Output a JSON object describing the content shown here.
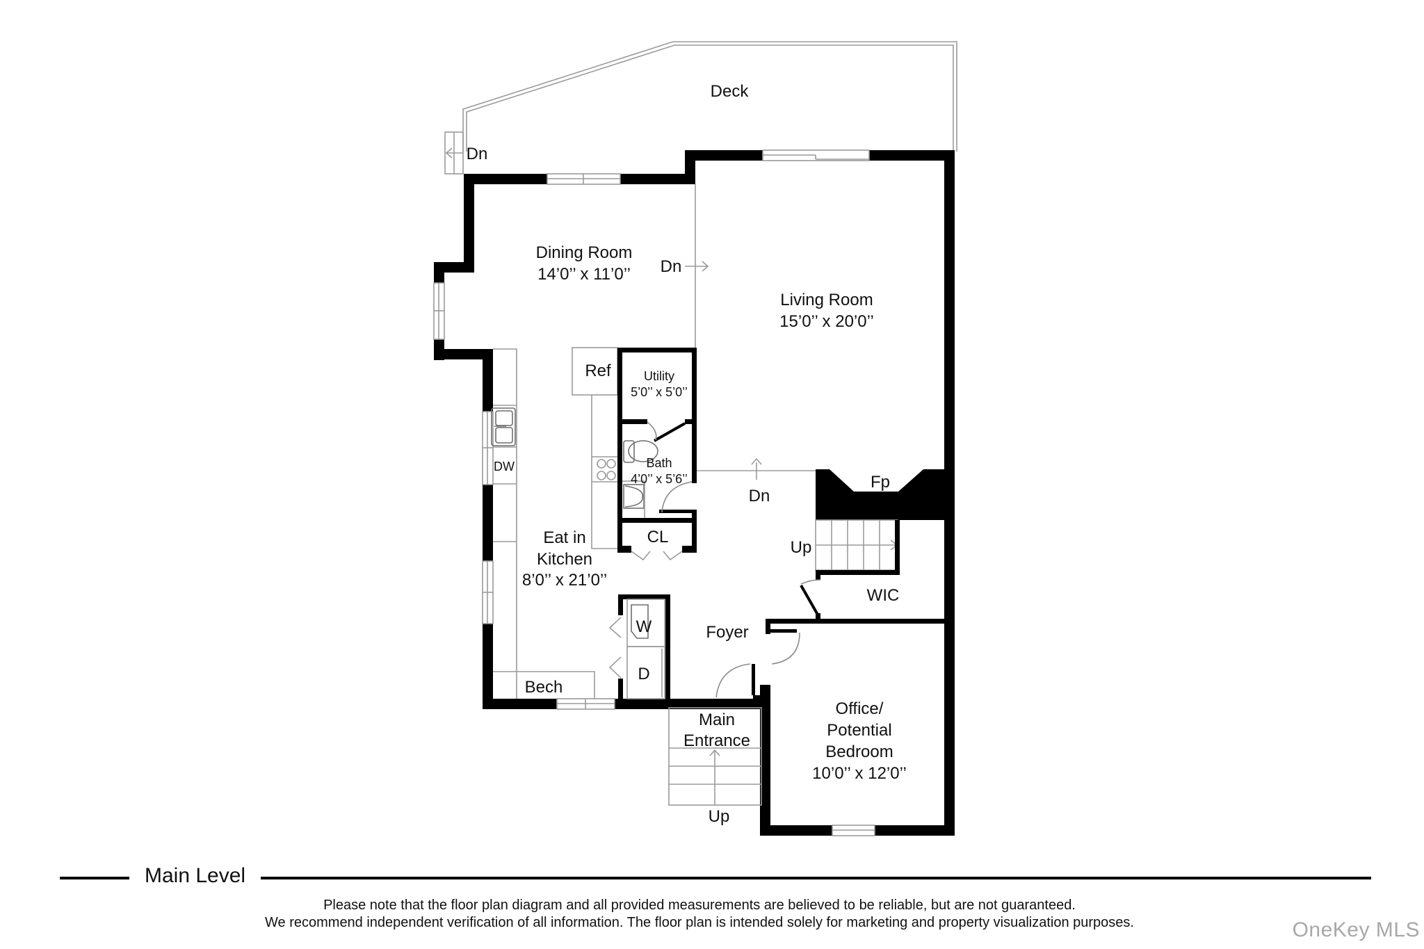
{
  "plan": {
    "level_title": "Main Level",
    "rooms": {
      "deck": {
        "name": "Deck"
      },
      "dining": {
        "name": "Dining Room",
        "size": "14’0’’ x 11’0’’"
      },
      "living": {
        "name": "Living Room",
        "size": "15’0’’ x 20’0’’"
      },
      "utility": {
        "name": "Utility",
        "size": "5’0’’ x 5’0’’"
      },
      "bath": {
        "name": "Bath",
        "size": "4’0’’ x 5’6’’"
      },
      "closet": {
        "name": "CL"
      },
      "kitchen": {
        "line1": "Eat in",
        "line2": "Kitchen",
        "size": "8’0’’ x 21’0’’"
      },
      "foyer": {
        "name": "Foyer"
      },
      "wic": {
        "name": "WIC"
      },
      "fireplace": {
        "name": "Fp"
      },
      "office": {
        "line1": "Office/",
        "line2": "Potential",
        "line3": "Bedroom",
        "size": "10’0’’ x 12’0’’"
      },
      "entrance": {
        "line1": "Main",
        "line2": "Entrance"
      }
    },
    "fixtures": {
      "refrigerator": "Ref",
      "dishwasher": "DW",
      "washer": "W",
      "dryer": "D",
      "bench": "Bech"
    },
    "stairs": {
      "deck_down": "Dn",
      "dining_down": "Dn",
      "hall_down": "Dn",
      "hall_up": "Up",
      "entrance_up": "Up"
    }
  },
  "footer": {
    "disclaimer_line1": "Please note that the floor plan diagram and all provided measurements are believed to be reliable, but are not guaranteed.",
    "disclaimer_line2": "We recommend independent verification of all information. The floor plan is intended solely for marketing and property visualization purposes.",
    "watermark": "OneKey MLS"
  }
}
